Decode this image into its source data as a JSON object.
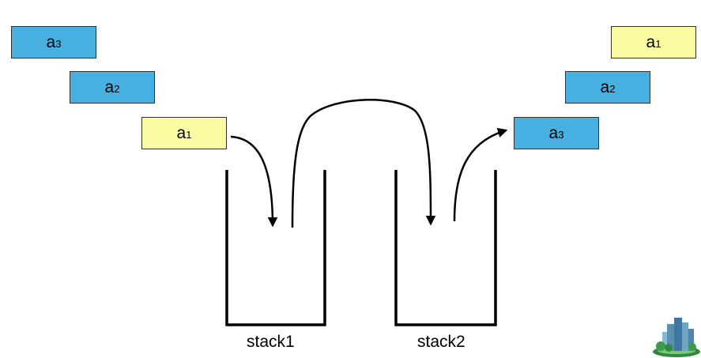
{
  "left_items": [
    {
      "letter": "a",
      "index": "3"
    },
    {
      "letter": "a",
      "index": "2"
    },
    {
      "letter": "a",
      "index": "1"
    }
  ],
  "right_items": [
    {
      "letter": "a",
      "index": "1"
    },
    {
      "letter": "a",
      "index": "2"
    },
    {
      "letter": "a",
      "index": "3"
    }
  ],
  "stacks": [
    {
      "label": "stack1"
    },
    {
      "label": "stack2"
    }
  ],
  "colors": {
    "blue_box": "#47b0e0",
    "yellow_box": "#fbfba4",
    "stroke": "#000000"
  },
  "logo": {
    "icon": "city-skyline-logo-icon"
  }
}
